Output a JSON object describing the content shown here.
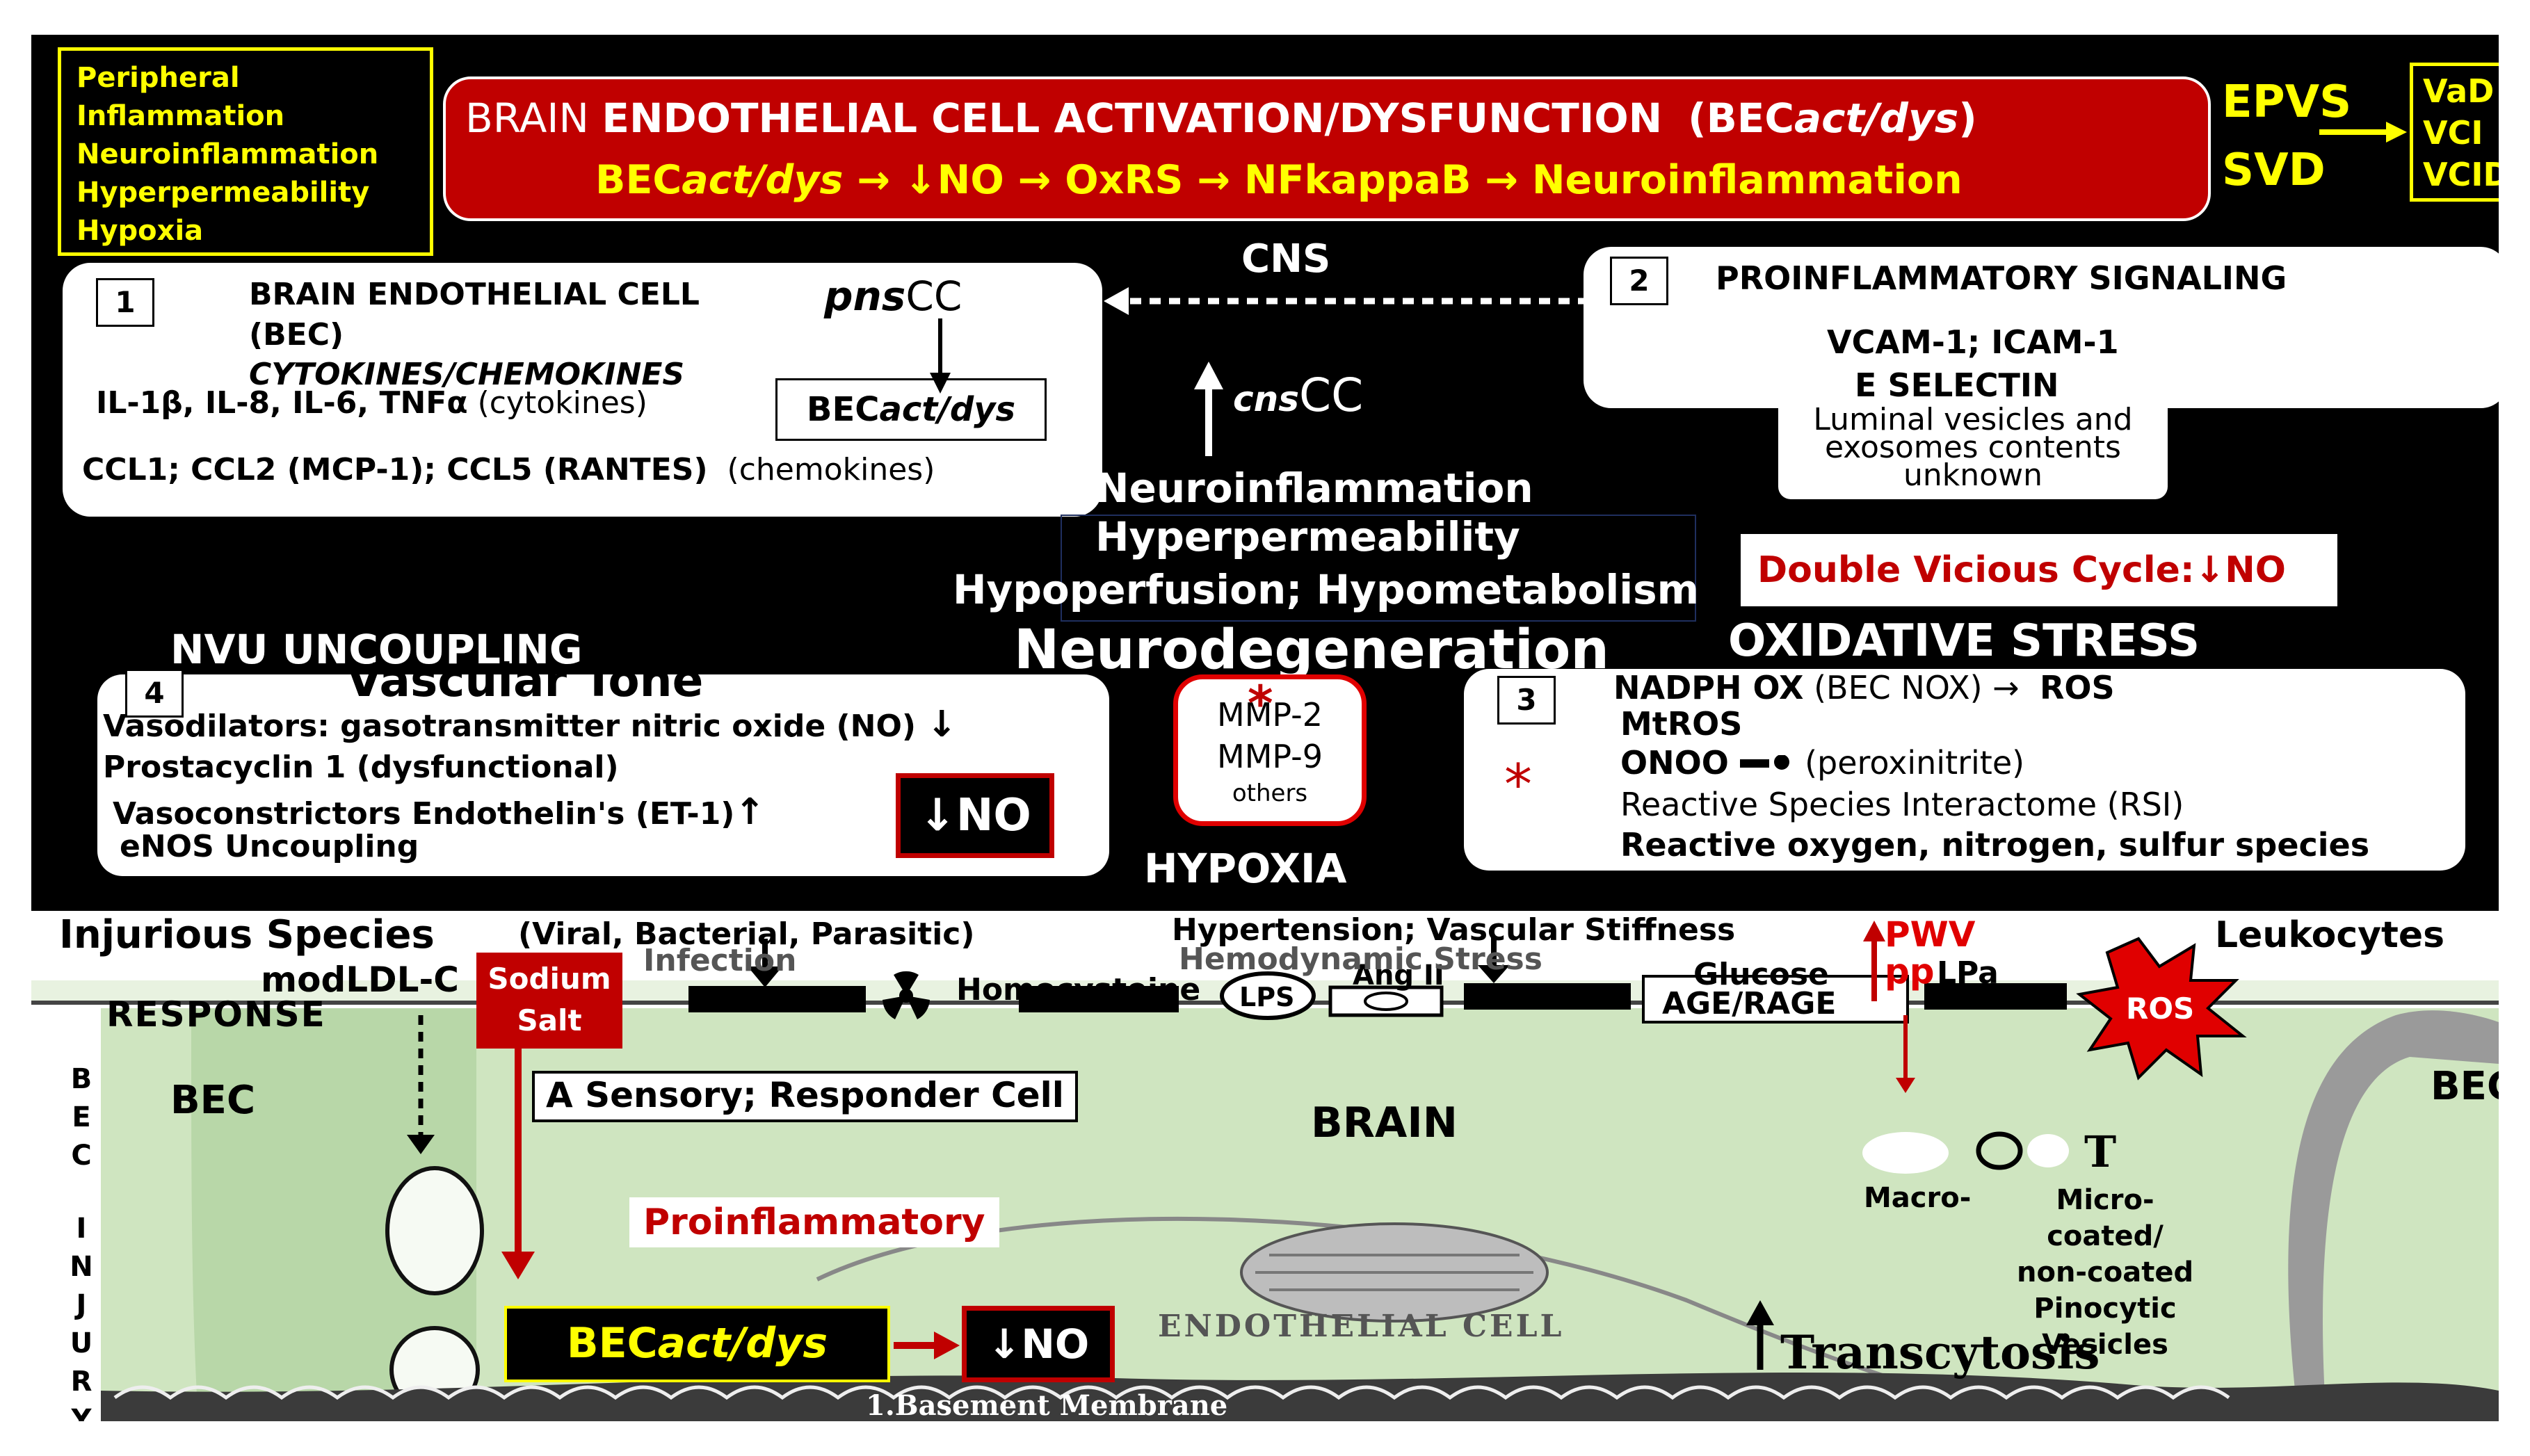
{
  "top_left_box": {
    "lines": [
      "Peripheral",
      "Inflammation",
      "Neuroinflammation",
      "Hyperpermeability",
      "Hypoxia"
    ]
  },
  "banner": {
    "prefix": "BRAIN ",
    "title_bold": "ENDOTHELIAL CELL ACTIVATION/DYSFUNCTION",
    "title_abbrev_open": "(BEC",
    "title_abbrev_italic": "act/dys",
    "title_abbrev_close": ")",
    "pathway_bec": "BEC",
    "pathway_bec_italic": "act/dys",
    "pathway_rest": "→ ↓NO → OxRS → NFkappaB → Neuroinflammation"
  },
  "top_right": {
    "epvs": "EPVS",
    "svd": "SVD",
    "outcomes": [
      "VaD",
      "VCI",
      "VCID"
    ]
  },
  "box1": {
    "number": "1",
    "title": "BRAIN ENDOTHELIAL CELL",
    "abbrev": "(BEC)",
    "pns_italic": "pns",
    "pns_cc": "CC",
    "subtitle": "CYTOKINES/CHEMOKINES",
    "cytokines": "IL-1β, IL-8, IL-6, TNFα",
    "cytokines_note": "(cytokines)",
    "chemokines": "CCL1; CCL2 (MCP-1); CCL5 (RANTES)",
    "chemokines_note": "(chemokines)",
    "bec_box_prefix": "BEC",
    "bec_box_italic": "act/dys"
  },
  "cns": {
    "label": "CNS",
    "cc_italic": "cns",
    "cc": "CC"
  },
  "box2": {
    "number": "2",
    "title": "PROINFLAMMATORY SIGNALING",
    "line1": "VCAM-1; ICAM-1",
    "line2": "E SELECTIN",
    "vesicles": [
      "Luminal vesicles and",
      "exosomes contents",
      "unknown"
    ]
  },
  "center": {
    "lines": [
      "Neuroinflammation",
      "Hyperpermeability",
      "Hypoperfusion; Hypometabolism"
    ],
    "neurodegeneration": "Neurodegeneration",
    "hypoxia": "HYPOXIA"
  },
  "vicious_cycle": {
    "label": "Double Vicious Cycle:",
    "no": "NO"
  },
  "oxidative_stress": "OXIDATIVE STRESS",
  "nvu_uncoupling": "NVU UNCOUPLING",
  "box4": {
    "number": "4",
    "title": "Vascular Tone",
    "line1": "Vasodilators: gasotransmitter nitric oxide (NO)",
    "line2": "Prostacyclin 1 (dysfunctional)",
    "line3": "Vasoconstrictors  Endothelin's  (ET-1)",
    "line4": "eNOS Uncoupling",
    "no_box": "NO"
  },
  "mmp": {
    "star": "*",
    "lines": [
      "MMP-2",
      "MMP-9"
    ],
    "others": "others"
  },
  "box3": {
    "number": "3",
    "line1_bold": "NADPH OX",
    "line1_rest": "(BEC NOX) →",
    "line1_ros": "ROS",
    "line2": "MtROS",
    "line3_bold": "ONOO",
    "line3_rest": "(peroxinitrite)",
    "star": "*",
    "line4": "Reactive Species Interactome (RSI)",
    "line5": "Reactive oxygen, nitrogen, sulfur species"
  },
  "lower": {
    "injurious_species": "Injurious Species",
    "modldl": "modLDL-C",
    "response": "RESPONSE",
    "sodium_salt": [
      "Sodium",
      "Salt"
    ],
    "viral": "(Viral, Bacterial, Parasitic)",
    "infection": "Infection",
    "homocysteine": "Homocysteine",
    "lps": "LPS",
    "ang_ii": "Ang II",
    "hypertension": "Hypertension; Vascular Stiffness",
    "hemodynamic": "Hemodynamic Stress",
    "glucose": "Glucose",
    "age_rage": "AGE/RAGE",
    "pwv": "PWV",
    "pp": "pp",
    "lpa": "LPa",
    "ros": "ROS",
    "leukocytes": "Leukocytes",
    "bec_left": "BEC",
    "bec_right": "BEC",
    "bec_injury_letters": [
      "B",
      "E",
      "C",
      "",
      "I",
      "N",
      "J",
      "U",
      "R",
      "Y"
    ],
    "sensory": "A Sensory; Responder Cell",
    "brain": "BRAIN",
    "macro": "Macro-",
    "t_label": "T",
    "micro": [
      "Micro-",
      "coated/",
      "non-coated",
      "Pinocytic",
      "Vesicles"
    ],
    "proinflammatory": "Proinflammatory",
    "bec_act_prefix": "BEC",
    "bec_act_italic": "act/dys",
    "no_label": "NO",
    "endothelial_cell": "ENDOTHELIAL CELL",
    "transcytosis": "Transcytosis",
    "basement_membrane": "1.Basement Membrane"
  },
  "colors": {
    "banner_red": "#c00000",
    "yellow": "#ffff00",
    "tissue_green": "#cfe5c0",
    "ros_red": "#e00000"
  }
}
